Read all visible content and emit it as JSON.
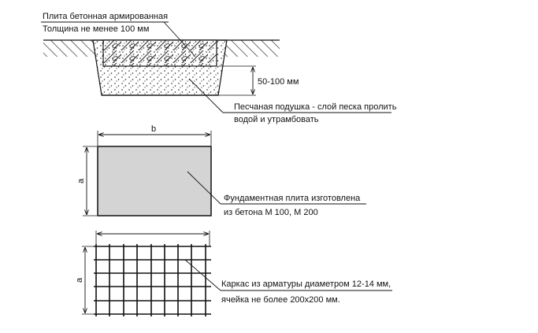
{
  "section_view": {
    "slab_label_line1": "Плита бетонная армированная",
    "slab_label_line2": "Толщина не менее 100 мм",
    "sand_height": "50-100 мм",
    "sand_label_line1": "Песчаная подушка - слой песка пролить",
    "sand_label_line2": "водой и утрамбовать"
  },
  "slab_plan": {
    "width_label": "b",
    "height_label": "a",
    "note_line1": "Фундаментная плита изготовлена",
    "note_line2": "из бетона М 100, М 200",
    "fill_color": "#d4d4d4"
  },
  "rebar_plan": {
    "height_label": "a",
    "note_line1": "Каркас из арматуры диаметром 12-14 мм,",
    "note_line2": "ячейка не более 200х200 мм."
  }
}
